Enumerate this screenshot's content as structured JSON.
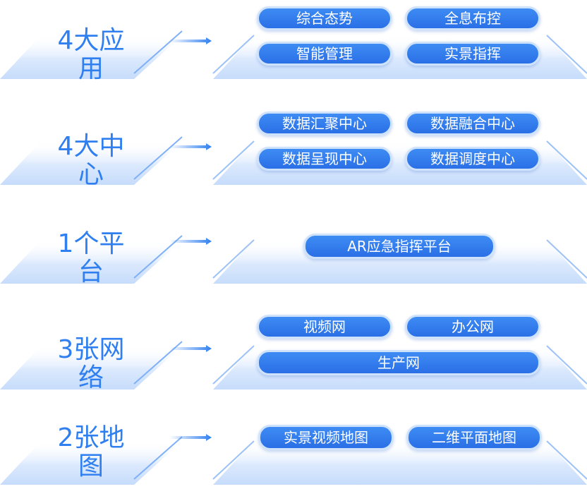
{
  "colors": {
    "accent": "#2f7ff0",
    "pill": "#3a85f2",
    "plate_edge": "#2d7bf0"
  },
  "layers": [
    {
      "label": "4大应用",
      "items": [
        "综合态势",
        "全息布控",
        "智能管理",
        "实景指挥"
      ]
    },
    {
      "label": "4大中心",
      "items": [
        "数据汇聚中心",
        "数据融合中心",
        "数据呈现中心",
        "数据调度中心"
      ]
    },
    {
      "label": "1个平台",
      "items": [
        "AR应急指挥平台"
      ]
    },
    {
      "label": "3张网络",
      "items": [
        "视频网",
        "办公网",
        "生产网"
      ]
    },
    {
      "label": "2张地图",
      "items": [
        "实景视频地图",
        "二维平面地图"
      ]
    }
  ]
}
